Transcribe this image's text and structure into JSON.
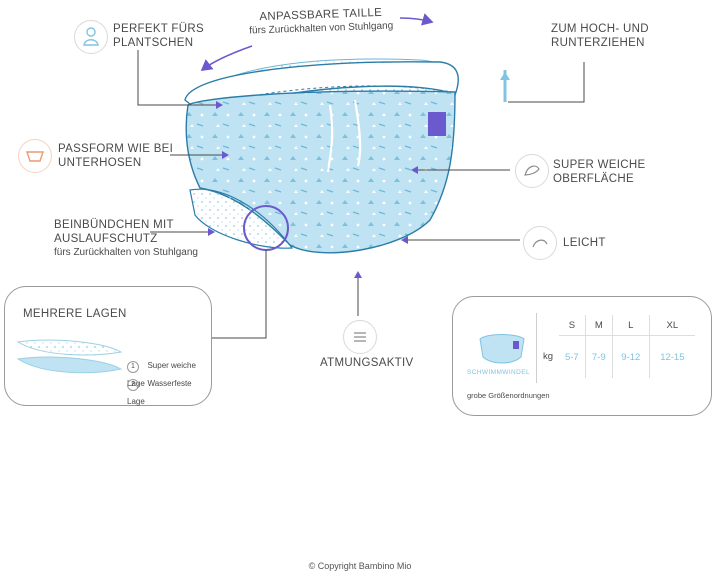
{
  "features": {
    "planschen": {
      "line1": "PERFEKT FÜRS",
      "line2": "PLANTSCHEN"
    },
    "taille": {
      "title": "ANPASSBARE TAILLE",
      "sub": "fürs Zurückhalten von Stuhlgang"
    },
    "hoch": {
      "line1": "ZUM HOCH- UND",
      "line2": "RUNTERZIEHEN"
    },
    "passform": {
      "line1": "PASSFORM WIE BEI",
      "line2": "UNTERHOSEN"
    },
    "weich": {
      "line1": "SUPER WEICHE",
      "line2": "OBERFLÄCHE"
    },
    "bein": {
      "line1": "BEINBÜNDCHEN MIT",
      "line2": "AUSLAUFSCHUTZ",
      "sub": "fürs Zurückhalten von Stuhlgang"
    },
    "leicht": {
      "label": "LEICHT"
    },
    "atmung": {
      "label": "ATMUNGSAKTIV"
    }
  },
  "layers_box": {
    "title": "MEHRERE LAGEN",
    "layers": [
      {
        "num": "1",
        "label": "Super weiche Lage"
      },
      {
        "num": "2",
        "label": "Wasserfeste Lage"
      }
    ]
  },
  "size_table": {
    "headers": [
      "S",
      "M",
      "L",
      "XL"
    ],
    "unit": "kg",
    "values": [
      "5-7",
      "7-9",
      "9-12",
      "12-15"
    ],
    "product_label": "SCHWIMMWINDEL",
    "note": "grobe Größenordnungen"
  },
  "copyright": "© Copyright Bambino Mio",
  "colors": {
    "accent_purple": "#6a5acd",
    "accent_blue": "#7fc4e0",
    "accent_orange": "#e89a70",
    "product_blue": "#bfe3f2"
  }
}
